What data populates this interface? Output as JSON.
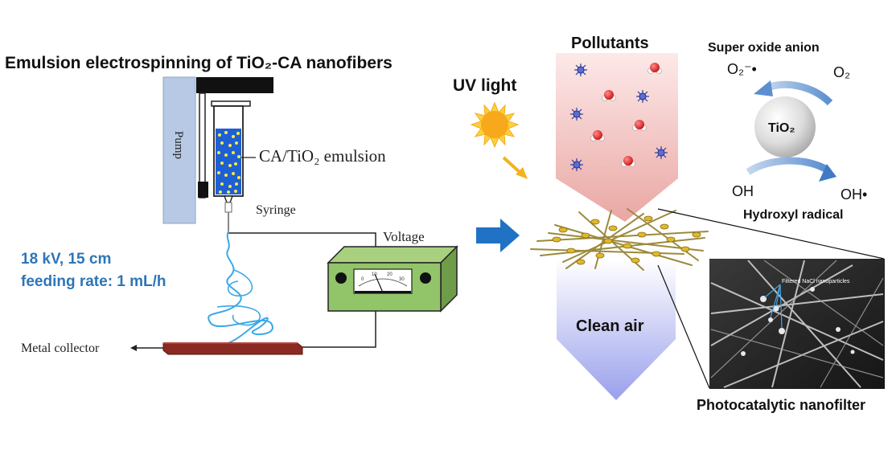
{
  "left_panel": {
    "title": "Emulsion electrospinning of TiO₂-CA nanofibers",
    "pump_label": "Pump",
    "emulsion_label": "CA/TiO₂ emulsion",
    "syringe_label": "Syringe",
    "voltage_label": "Voltage",
    "params_line1": "18 kV, 15 cm",
    "params_line2": "feeding rate: 1 mL/h",
    "collector_label": "Metal collector",
    "meter_ticks": [
      "0",
      "10",
      "20",
      "30"
    ]
  },
  "right_panel": {
    "uv_label": "UV light",
    "pollutants_label": "Pollutants",
    "clean_air_label": "Clean air",
    "superoxide_label": "Super oxide anion",
    "o2_radical": "O₂⁻•",
    "o2": "O₂",
    "tio2": "TiO₂",
    "oh": "OH",
    "oh_radical": "OH•",
    "hydroxyl_label": "Hydroxyl radical",
    "sem_annotation": "Filtered NaCl nanoparticles",
    "filter_label": "Photocatalytic nanofilter"
  },
  "colors": {
    "accent_blue": "#2e75b6",
    "arrow_blue": "#1f72c4",
    "meter_green": "#92c46a",
    "collector_red": "#8b2a22",
    "pump_blue": "#b7c9e4",
    "sun_orange": "#f7a81b"
  }
}
